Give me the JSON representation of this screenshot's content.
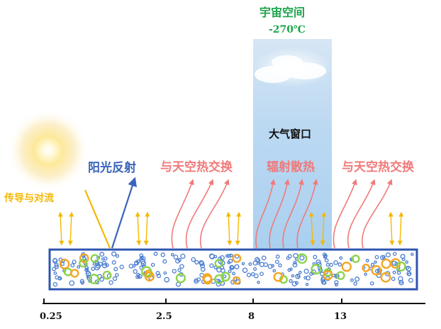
{
  "space": {
    "title": "宇宙空间",
    "temperature": "-270℃"
  },
  "atmospheric_window_label": "大气窗口",
  "labels": {
    "conduction_convection": "传导与对流",
    "solar_reflection": "阳光反射",
    "sky_exchange_left": "与天空热交换",
    "radiative_cooling": "辐射散热",
    "sky_exchange_right": "与天空热交换"
  },
  "axis_ticks": [
    "0.25",
    "2.5",
    "8",
    "13"
  ],
  "colors": {
    "space_text": "#1aa34a",
    "conduction": "#f5b800",
    "reflection": "#3a64b8",
    "heat_exchange": "#f07a7a",
    "film_border": "#2e56b0",
    "particle_blue": "#4d7fd0",
    "particle_green": "#8bd44a",
    "particle_orange": "#f5a623"
  }
}
